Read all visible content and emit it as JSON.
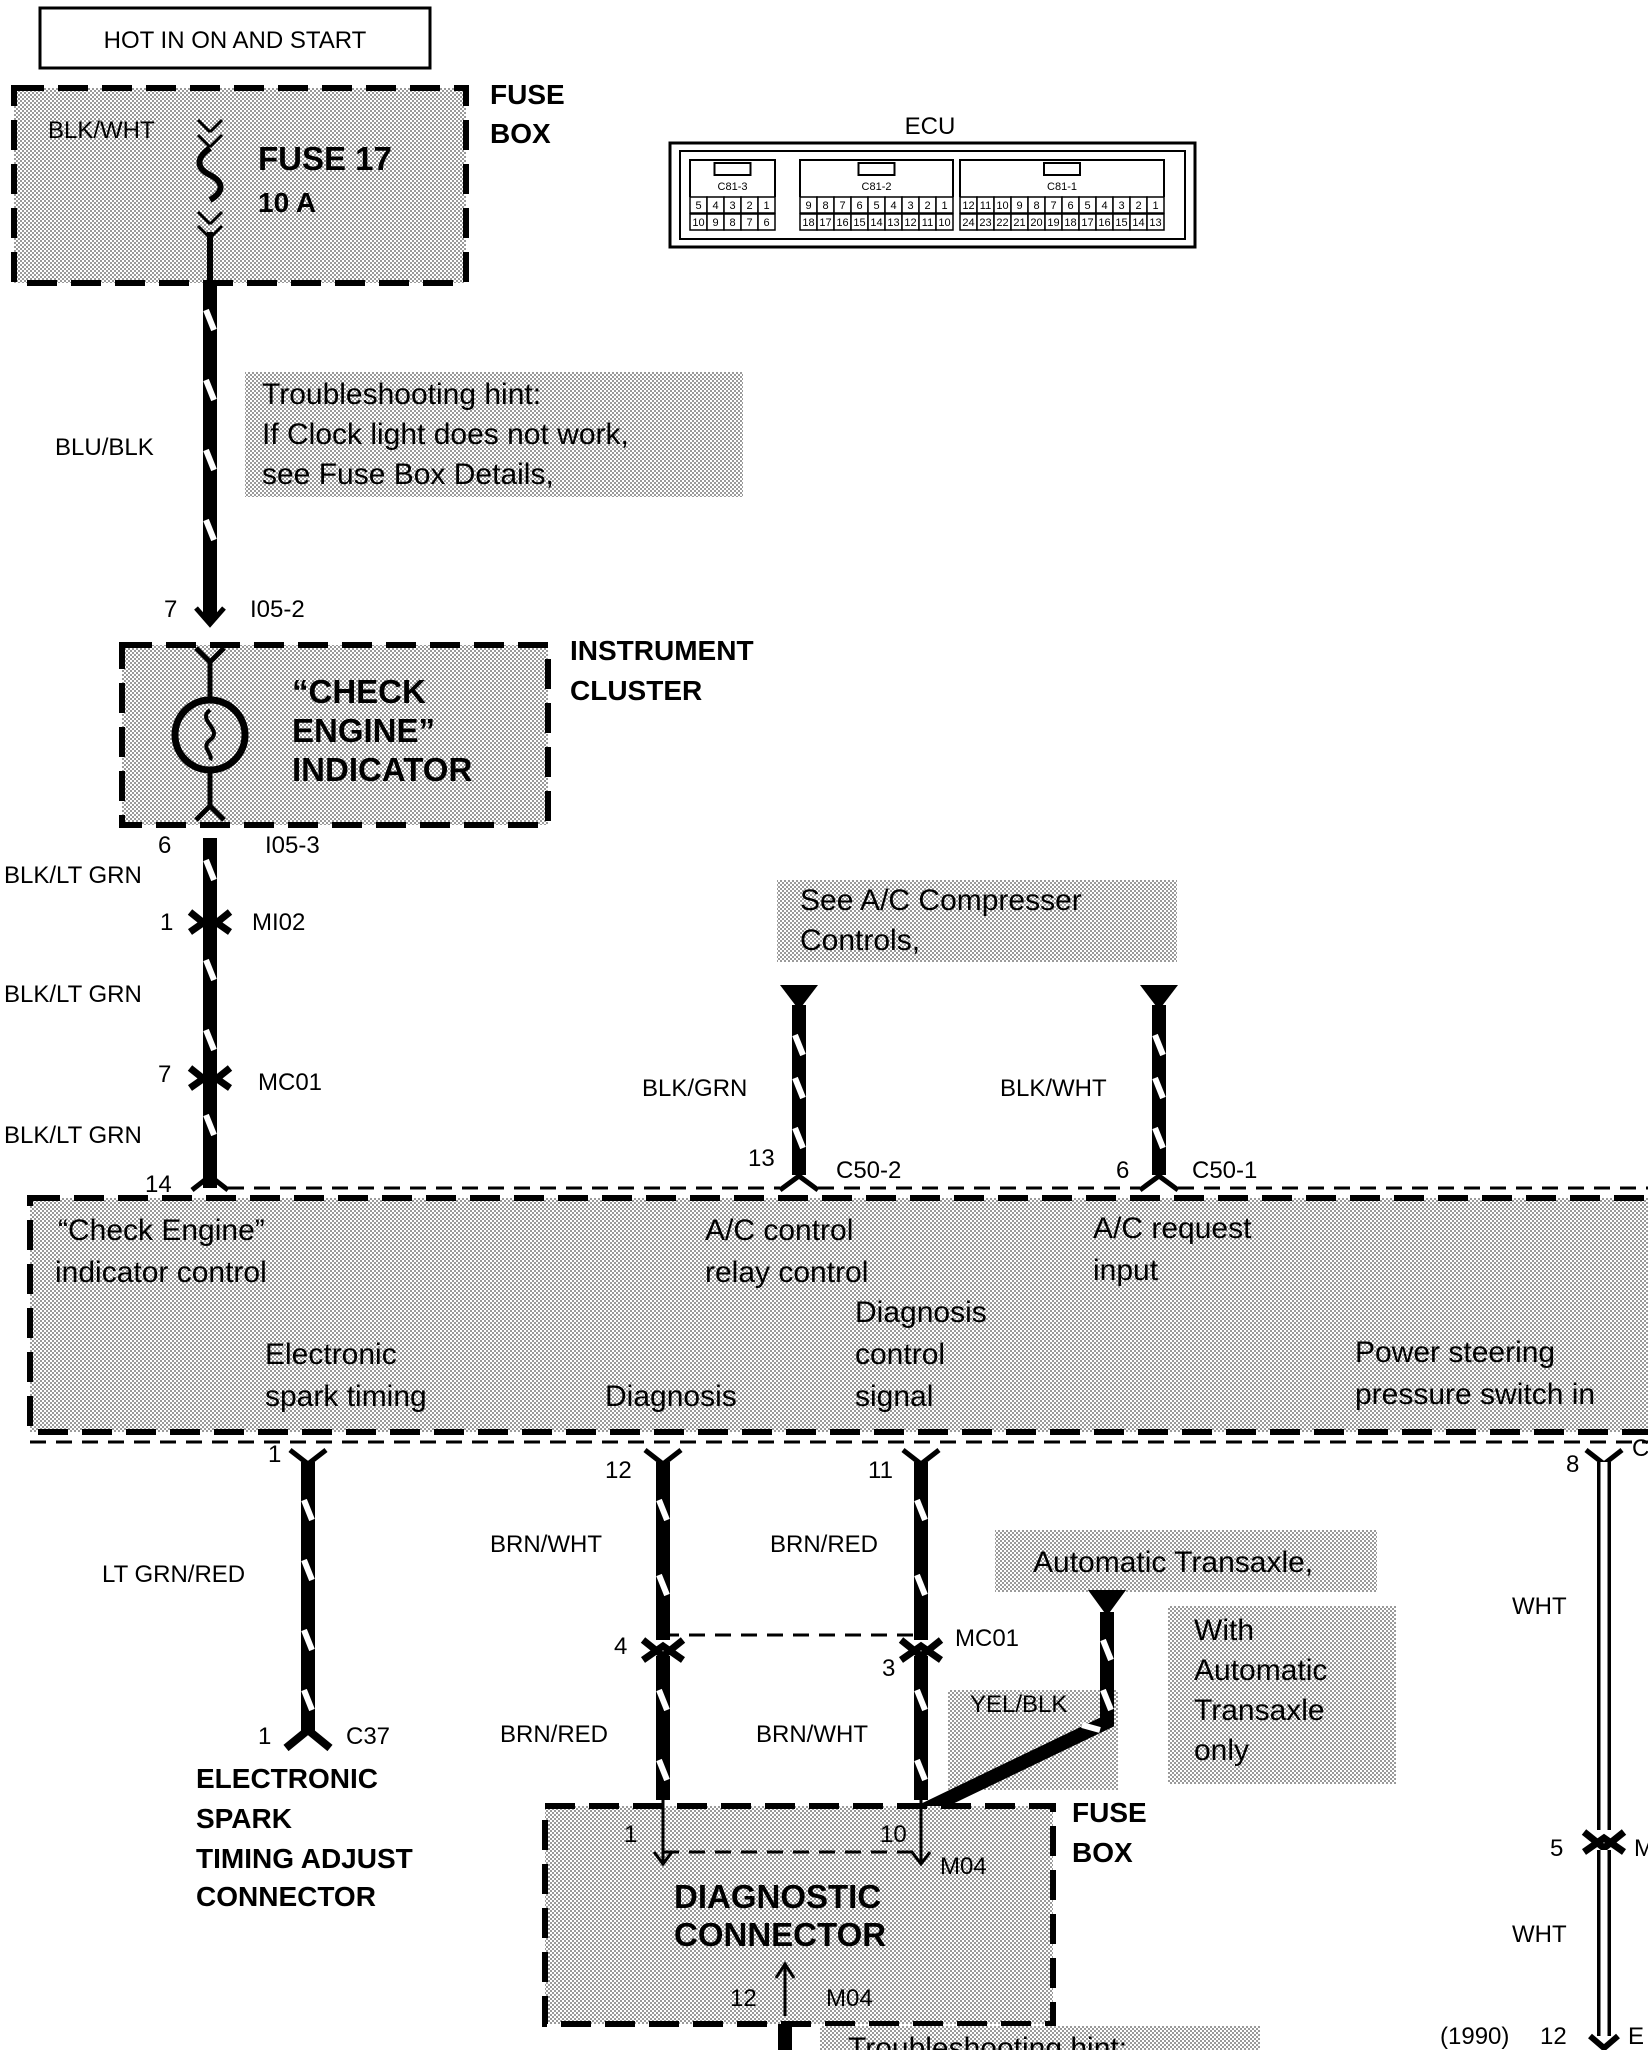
{
  "top_label": "HOT IN ON AND START",
  "fuse_box_top": {
    "title_line1": "FUSE",
    "title_line2": "BOX",
    "wire_in": "BLK/WHT",
    "fuse_name": "FUSE 17",
    "fuse_rating": "10 A"
  },
  "ecu_connector": {
    "title": "ECU",
    "groups": [
      {
        "name": "C81-3",
        "row1": [
          "5",
          "4",
          "3",
          "2",
          "1"
        ],
        "row2": [
          "10",
          "9",
          "8",
          "7",
          "6"
        ]
      },
      {
        "name": "C81-2",
        "row1": [
          "9",
          "8",
          "7",
          "6",
          "5",
          "4",
          "3",
          "2",
          "1"
        ],
        "row2": [
          "18",
          "17",
          "16",
          "15",
          "14",
          "13",
          "12",
          "11",
          "10"
        ]
      },
      {
        "name": "C81-1",
        "row1": [
          "12",
          "11",
          "10",
          "9",
          "8",
          "7",
          "6",
          "5",
          "4",
          "3",
          "2",
          "1"
        ],
        "row2": [
          "24",
          "23",
          "22",
          "21",
          "20",
          "19",
          "18",
          "17",
          "16",
          "15",
          "14",
          "13"
        ]
      }
    ]
  },
  "hint_clock": {
    "line1": "Troubleshooting  hint:",
    "line2": "If Clock light does not work,",
    "line3": "see Fuse Box Details,"
  },
  "wire_blu_blk": "BLU/BLK",
  "instrument_cluster": {
    "title_line1": "INSTRUMENT",
    "title_line2": "CLUSTER",
    "indicator_line1": "“CHECK",
    "indicator_line2": "ENGINE”",
    "indicator_line3": "INDICATOR",
    "pin_top": "7",
    "conn_top": "I05-2",
    "pin_bottom": "6",
    "conn_bottom": "I05-3"
  },
  "left_chain": {
    "wire1": "BLK/LT GRN",
    "pin_mi02": "1",
    "conn_mi02": "MI02",
    "wire2": "BLK/LT GRN",
    "pin_mc01": "7",
    "conn_mc01": "MC01",
    "wire3": "BLK/LT GRN",
    "pin_ecu": "14"
  },
  "hint_ac": {
    "line1": "See A/C Compresser",
    "line2": "Controls,"
  },
  "ac_wire_1": {
    "wire": "BLK/GRN",
    "pin": "13",
    "conn": "C50-2"
  },
  "ac_wire_2": {
    "wire": "BLK/WHT",
    "pin": "6",
    "conn": "C50-1"
  },
  "ecu_box": {
    "f1_line1": "“Check Engine”",
    "f1_line2": "indicator control",
    "f2_line1": "A/C control",
    "f2_line2": "relay control",
    "f3_line1": "A/C request",
    "f3_line2": "input",
    "f4_line1": "Diagnosis",
    "f4_line2": "control",
    "f4_line3": "signal",
    "f5_line1": "Electronic",
    "f5_line2": "spark timing",
    "f6": "Diagnosis",
    "f7_line1": "Power steering",
    "f7_line2": "pressure switch in"
  },
  "spark_wire": {
    "pin_top": "1",
    "wire": "LT GRN/RED",
    "pin_bottom": "1",
    "conn": "C37"
  },
  "spark_connector": {
    "line1": "ELECTRONIC",
    "line2": "SPARK",
    "line3": "TIMING ADJUST",
    "line4": "CONNECTOR"
  },
  "diag_wires": {
    "pin12": "12",
    "pin11": "11",
    "wire_a_top": "BRN/WHT",
    "wire_b_top": "BRN/RED",
    "pin4": "4",
    "pin3": "3",
    "conn_mc01": "MC01",
    "wire_a_bottom": "BRN/RED",
    "wire_b_bottom": "BRN/WHT"
  },
  "hint_at": {
    "label": "Automatic Transaxle,"
  },
  "at_wire": "YEL/BLK",
  "at_note": {
    "line1": "With",
    "line2": "Automatic",
    "line3": "Transaxle",
    "line4": "only"
  },
  "fuse_box_bottom": {
    "line1": "FUSE",
    "line2": "BOX"
  },
  "diag_connector": {
    "line1": "DIAGNOSTIC",
    "line2": "CONNECTOR",
    "pin1": "1",
    "pin10": "10",
    "conn_m04": "M04",
    "pin12": "12",
    "conn_m04_b": "M04"
  },
  "hint_bottom": "Troubleshooting  hint:",
  "right_wire": {
    "pin8": "8",
    "conn_c": "C",
    "wire1": "WHT",
    "pin5": "5",
    "conn_m": "M",
    "wire2": "WHT",
    "year": "(1990)",
    "pin12": "12",
    "conn_e": "E"
  },
  "colors": {
    "ink": "#000000",
    "paper": "#ffffff",
    "stipple": "#9a9a9a"
  }
}
